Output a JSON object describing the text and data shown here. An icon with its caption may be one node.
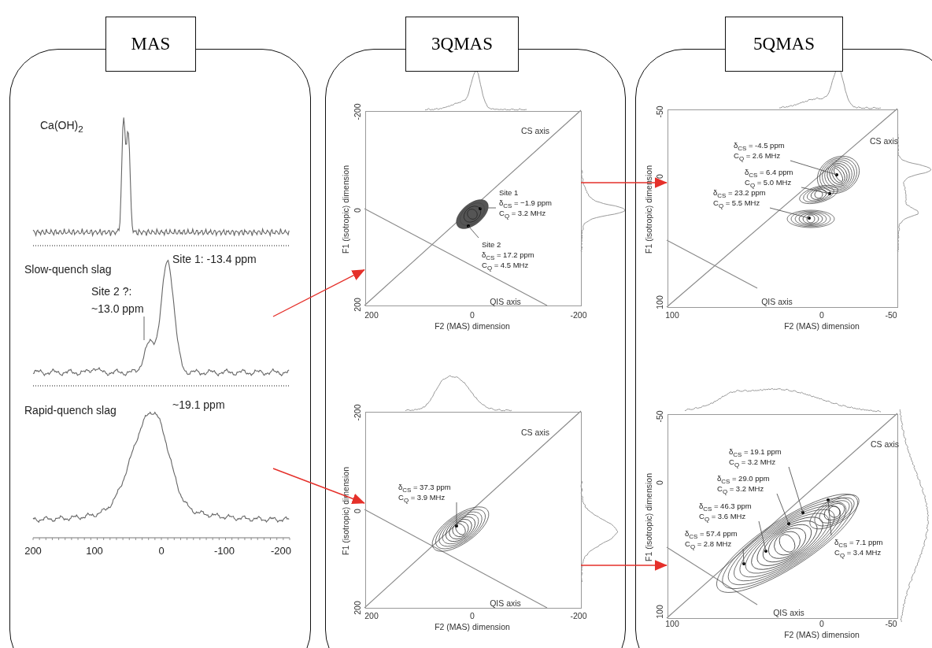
{
  "diagram": {
    "nodes": [
      {
        "text": [
          "MAS"
        ]
      },
      {
        "text": [
          "Ca(OH)$_{2}$"
        ],
        "in": 0
      },
      {
        "text": [
          "Slow-quench slag",
          "Site 1: -13.4 ppm"
        ],
        "in": 0
      },
      {
        "text": [
          "Site 2 ?: ~13.0 ppm"
        ],
        "in": 2
      },
      {
        "text": [
          "Rapid-quench slag",
          "~19.1 ppm"
        ],
        "in": 0
      },
      {
        "text": [
          "3QMAS"
        ]
      },
      {
        "text": [
          "-200",
          "0",
          "200",
          "F1 (isotropic) dimension",
          "200",
          "0",
          "-200",
          "F2 (MAS) dimension",
          "CS axis",
          "QIS axis"
        ],
        "in": 5
      },
      {
        "text": [
          "Site 1",
          "δ$_{CS}$ = −1.9 ppm",
          "C$_{Q}$ = 3.2 MHz"
        ],
        "in": 6
      },
      {
        "text": [
          "Site 2",
          "δ$_{CS}$ = 17.2 ppm",
          "C$_{Q}$ = 4.5 MHz"
        ],
        "in": 6
      },
      {
        "text": [
          "-200",
          "0",
          "200",
          "F1 (isotropic) dimension",
          "200",
          "0",
          "-200",
          "F2 (MAS) dimension",
          "CS axis",
          "QIS axis"
        ],
        "in": 5
      },
      {
        "text": [
          "δ$_{CS}$ = 37.3 ppm",
          "C$_{Q}$ = 3.9 MHz"
        ],
        "in": 9
      },
      {
        "text": [
          "5QMAS"
        ]
      },
      {
        "text": [
          "-50",
          "0",
          "100",
          "F1 (isotropic) dimension",
          "100",
          "0",
          "-50",
          "F2 (MAS) dimension",
          "CS axis",
          "QIS axis"
        ],
        "in": 11
      },
      {
        "text": [
          "δ$_{CS}$ = -4.5 ppm",
          "C$_{Q}$ = 2.6 MHz"
        ],
        "in": 12
      },
      {
        "text": [
          "δ$_{CS}$ = 6.4 ppm",
          "C$_{Q}$ = 5.0 MHz"
        ],
        "in": 12
      },
      {
        "text": [
          "δ$_{CS}$ = 23.2 ppm",
          "C$_{Q}$ = 5.5 MHz"
        ],
        "in": 12
      },
      {
        "text": [
          "-50",
          "0",
          "100",
          "F1 (isotropic) dimension",
          "100",
          "0",
          "-50",
          "F2 (MAS) dimension",
          "CS axis",
          "QIS axis"
        ],
        "in": 11
      },
      {
        "text": [
          "δ$_{CS}$ = 19.1 ppm",
          "C$_{Q}$ = 3.2 MHz"
        ],
        "in": 16
      },
      {
        "text": [
          "δ$_{CS}$ = 29.0 ppm",
          "C$_{Q}$ = 3.2 MHz"
        ],
        "in": 16
      },
      {
        "text": [
          "δ$_{CS}$ = 46.3 ppm",
          "C$_{Q}$ = 3.6 MHz"
        ],
        "in": 16
      },
      {
        "text": [
          "δ$_{CS}$ = 57.4 ppm",
          "C$_{Q}$ = 2.8 MHz"
        ],
        "in": 16
      },
      {
        "text": [
          "δ$_{CS}$ = 7.1 ppm",
          "C$_{Q}$ = 3.4 MHz"
        ],
        "in": 16
      }
    ],
    "edges": [
      {
        "from": 2,
        "to": 6,
        "arrow": "to",
        "color": "#e5302a"
      },
      {
        "from": 4,
        "to": 9,
        "arrow": "to",
        "color": "#e5302a"
      },
      {
        "from": 6,
        "to": 12,
        "arrow": "to",
        "color": "#e5302a"
      },
      {
        "from": 9,
        "to": 16,
        "arrow": "to",
        "color": "#e5302a"
      },
      {
        "from": 3,
        "to": null,
        "arrow": "none"
      },
      {
        "from": 7,
        "to": null,
        "arrow": "none"
      },
      {
        "from": 8,
        "to": null,
        "arrow": "none"
      },
      {
        "from": 10,
        "to": null,
        "arrow": "none"
      },
      {
        "from": 13,
        "to": null,
        "arrow": "none"
      },
      {
        "from": 14,
        "to": null,
        "arrow": "none"
      },
      {
        "from": 15,
        "to": null,
        "arrow": "none"
      },
      {
        "from": 17,
        "to": null,
        "arrow": "none"
      },
      {
        "from": 18,
        "to": null,
        "arrow": "none"
      },
      {
        "from": 19,
        "to": null,
        "arrow": "none"
      },
      {
        "from": 20,
        "to": null,
        "arrow": "none"
      },
      {
        "from": 21,
        "to": null,
        "arrow": "none"
      }
    ],
    "labels": [
      "200",
      "100",
      "0",
      "-100",
      "-200"
    ]
  }
}
